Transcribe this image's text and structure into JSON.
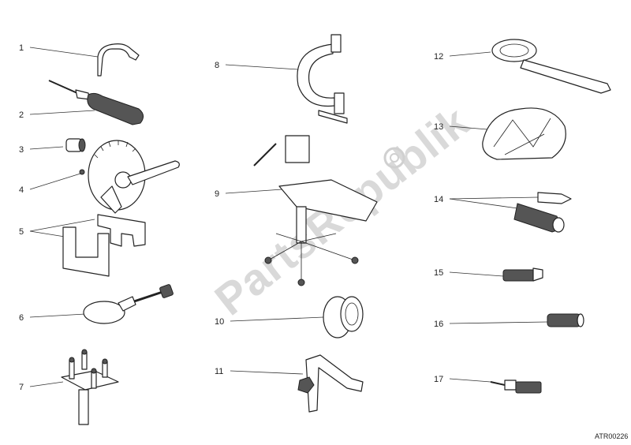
{
  "diagram": {
    "reference_code": "ATR00226",
    "watermark": "PartsRepublik",
    "callouts": [
      "1",
      "2",
      "3",
      "4",
      "5",
      "6",
      "7",
      "8",
      "9",
      "10",
      "11",
      "12",
      "13",
      "14",
      "15",
      "16",
      "17"
    ]
  }
}
